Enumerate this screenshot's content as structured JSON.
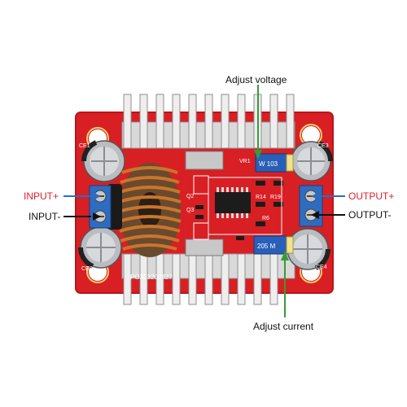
{
  "labels": {
    "adjust_voltage": "Adjust voltage",
    "adjust_current": "Adjust current",
    "input_plus": "INPUT+",
    "input_minus": "INPUT-",
    "output_plus": "OUTPUT+",
    "output_minus": "OUTPUT-"
  },
  "silkscreen": {
    "pot_top": "W 103",
    "pot_bottom": "205 M",
    "r14": "R14",
    "r19": "R19",
    "r6": "R6",
    "q2": "Q2",
    "q3": "Q3",
    "vr1": "VR1",
    "ce1": "CE1",
    "ce2": "CE2",
    "ce3": "CE3",
    "ce4": "CE4",
    "date_code": "PO303202427"
  },
  "colors": {
    "pcb": "#d81f24",
    "pcb_dark": "#a3141a",
    "heatsink": "#dcdcdc",
    "terminal": "#2d6cc0",
    "pot": "#2a5fb8",
    "coil": "#b5641f",
    "callout_green": "#3a9a3a",
    "callout_red": "#e0202a",
    "callout_black": "#111111"
  },
  "icons": {
    "input_plus_arrow": "arrow-left-icon",
    "input_minus_arrow": "arrow-left-icon",
    "output_plus_arrow": "arrow-right-icon",
    "output_minus_arrow": "arrow-right-icon"
  }
}
